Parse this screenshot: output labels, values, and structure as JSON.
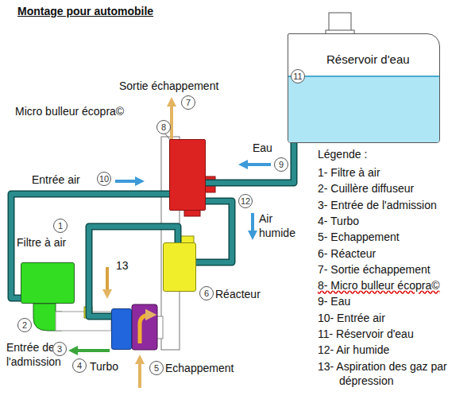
{
  "diagram": {
    "title": "Montage pour automobile",
    "nodes": [
      {
        "text": [
          "Réservoir d'eau",
          "11"
        ]
      },
      {
        "text": [
          "Micro bulleur écopra©",
          "8"
        ]
      },
      {
        "text": [
          "Réacteur",
          "6"
        ]
      },
      {
        "text": [
          "Filtre à air",
          "1"
        ]
      },
      {
        "text": [
          "Turbo",
          "4"
        ]
      }
    ],
    "edges": [
      {
        "from": 0,
        "to": 1,
        "label": "Eau",
        "arrow": "none"
      },
      {
        "from": 1,
        "to": 2,
        "label": "Air humide",
        "arrow": "none"
      },
      {
        "from": 3,
        "to": 1,
        "arrow": "none"
      },
      {
        "from": 2,
        "to": 4,
        "arrow": "none"
      }
    ],
    "labels": [
      "Sortie échappement",
      "7",
      "Entrée air",
      "10",
      "9",
      "12",
      "13",
      "2",
      "Entrée de l'admission",
      "3",
      "5",
      "Echappement",
      "Légende :"
    ],
    "legend": [
      {
        "text": "1- Filtre à air"
      },
      {
        "text": "2- Cuillère diffuseur"
      },
      {
        "text": "3- Entrée de l'admission"
      },
      {
        "text": "4- Turbo"
      },
      {
        "text": "5- Echappement"
      },
      {
        "text": "6- Réacteur"
      },
      {
        "text": "7- Sortie échappement"
      },
      {
        "text": "8- Micro bulleur écopra©"
      },
      {
        "text": "9- Eau"
      },
      {
        "text": "10- Entrée air"
      },
      {
        "text": "11- Réservoir d'eau"
      },
      {
        "text": "12- Air humide"
      },
      {
        "text": "13- Aspiration des gaz par dépression"
      }
    ]
  }
}
